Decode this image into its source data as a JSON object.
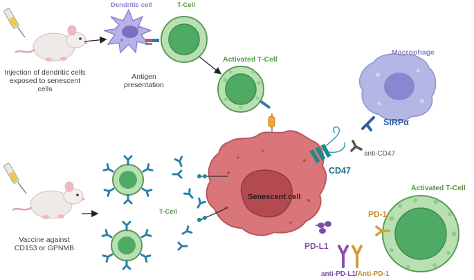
{
  "labels": {
    "dendritic_cell": "Dendritic cell",
    "t_cell_top": "T-Cell",
    "injection": "Injection of dendritic cells exposed to senescent cells",
    "antigen_presentation": "Antigen presentation",
    "activated_t_cell_top": "Activated T-Cell",
    "macrophage": "Macrophage",
    "sirpa": "SIRPα",
    "anti_cd47": "anti-CD47",
    "cd47": "CD47",
    "senescent_cell": "Senescent cell",
    "t_cell_bottom": "T-Cell",
    "vaccine": "Vaccine against CD153 or GPNMB",
    "activated_t_cell_right": "Activated T-Cell",
    "pd1": "PD-1",
    "pdl1": "PD-L1",
    "anti_pdl1": "anti-PD-L1",
    "slash": "/",
    "anti_pd1": "Anti-PD-1"
  },
  "colors": {
    "green_label": "#4f9a3c",
    "purple_label": "#8a84c9",
    "blue_label": "#2f5f9e",
    "teal_label": "#1f6f82",
    "violet_label": "#7b4ea3",
    "orange_label": "#c8882a",
    "senescent_fill": "#d9767a",
    "t_cell_fill": "#a9d8a6",
    "macrophage_fill": "#b4b6e6"
  }
}
